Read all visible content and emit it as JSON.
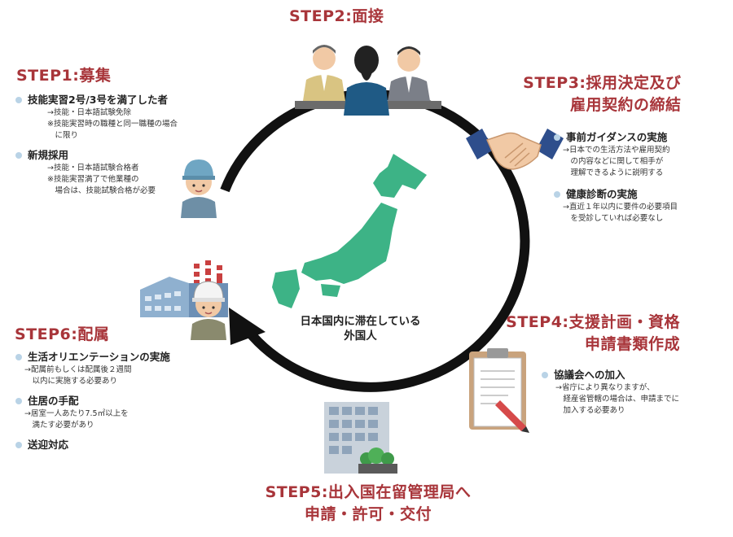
{
  "center": {
    "line1": "日本国内に滞在している",
    "line2": "外国人"
  },
  "steps": {
    "s1": {
      "title": "STEP1:募集",
      "items": [
        {
          "label": "技能実習2号/3号を満了した者",
          "notes": [
            "→技能・日本語試験免除",
            "※技能実習時の職種と同一職種の場合",
            "　に限り"
          ]
        },
        {
          "label": "新規採用",
          "notes": [
            "→技能・日本語試験合格者",
            "※技能実習満了で他業種の",
            "　場合は、技能試験合格が必要"
          ]
        }
      ]
    },
    "s2": {
      "title": "STEP2:面接"
    },
    "s3": {
      "title_l1": "STEP3:採用決定及び",
      "title_l2": "雇用契約の締結",
      "items": [
        {
          "label": "事前ガイダンスの実施",
          "notes": [
            "→日本での生活方法や雇用契約",
            "　の内容などに関して相手が",
            "　理解できるように説明する"
          ]
        },
        {
          "label": "健康診断の実施",
          "notes": [
            "→直近１年以内に要件の必要項目",
            "　を受診していれば必要なし"
          ]
        }
      ]
    },
    "s4": {
      "title_l1": "STEP4:支援計画・資格",
      "title_l2": "申請書類作成",
      "items": [
        {
          "label": "協議会への加入",
          "notes": [
            "→省庁により異なりますが、",
            "　経産省管轄の場合は、申請までに",
            "　加入する必要あり"
          ]
        }
      ]
    },
    "s5": {
      "title_l1": "STEP5:出入国在留管理局へ",
      "title_l2": "申請・許可・交付"
    },
    "s6": {
      "title": "STEP6:配属",
      "items": [
        {
          "label": "生活オリエンテーションの実施",
          "notes": [
            "→配属前もしくは配属後２週間",
            "　以内に実施する必要あり"
          ]
        },
        {
          "label": "住居の手配",
          "notes": [
            "→居室一人あたり7.5㎡以上を",
            "　満たす必要があり"
          ]
        },
        {
          "label": "送迎対応",
          "notes": []
        }
      ]
    }
  },
  "icons": [
    "interview-people-icon",
    "handshake-icon",
    "worker-icon",
    "factory-icon",
    "clipboard-icon",
    "office-building-icon",
    "japan-map-icon",
    "cycle-arrow-icon"
  ],
  "colors": {
    "title": "#a8353a",
    "map": "#3db386",
    "bullet": "#b9d3e6",
    "arrow": "#111111"
  }
}
